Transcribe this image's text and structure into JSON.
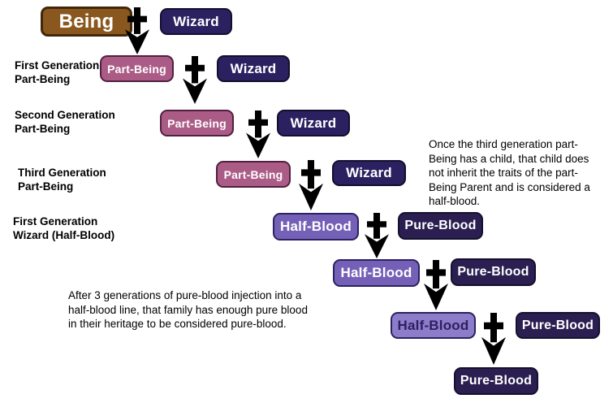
{
  "diagram": {
    "title_hint": "Blood-status genealogy flow diagram",
    "nodes": {
      "being": {
        "label": "Being",
        "type": "being"
      },
      "wizard1": {
        "label": "Wizard",
        "type": "wizard"
      },
      "partbeing1": {
        "label": "Part-Being",
        "type": "part-being"
      },
      "wizard2": {
        "label": "Wizard",
        "type": "wizard"
      },
      "partbeing2": {
        "label": "Part-Being",
        "type": "part-being"
      },
      "wizard3": {
        "label": "Wizard",
        "type": "wizard"
      },
      "partbeing3": {
        "label": "Part-Being",
        "type": "part-being"
      },
      "wizard4": {
        "label": "Wizard",
        "type": "wizard"
      },
      "halfblood1": {
        "label": "Half-Blood",
        "type": "half-blood"
      },
      "pureblood1": {
        "label": "Pure-Blood",
        "type": "pure-blood"
      },
      "halfblood2": {
        "label": "Half-Blood",
        "type": "half-blood"
      },
      "pureblood2": {
        "label": "Pure-Blood",
        "type": "pure-blood"
      },
      "halfblood3": {
        "label": "Half-Blood",
        "type": "half-blood-light"
      },
      "pureblood3": {
        "label": "Pure-Blood",
        "type": "pure-blood"
      },
      "pureblood4": {
        "label": "Pure-Blood",
        "type": "pure-blood"
      }
    },
    "generation_labels": {
      "gen1": {
        "line1": "First Generation",
        "line2": "Part-Being"
      },
      "gen2": {
        "line1": "Second Generation",
        "line2": "Part-Being"
      },
      "gen3": {
        "line1": "Third Generation",
        "line2": "Part-Being"
      },
      "gen4": {
        "line1": "First Generation",
        "line2": "Wizard (Half-Blood)"
      }
    },
    "annotations": {
      "right": "Once the third generation part-Being has a child, that child does not inherit the traits of the part-Being Parent and is considered a half-blood.",
      "left": "After 3 generations of pure-blood injection into a half-blood line, that family has enough pure blood in their heritage to be considered pure-blood."
    },
    "junction_icon": "cross-plus-down-arrow"
  },
  "colors": {
    "being-bg": "#8a571f",
    "being-border": "#40280a",
    "wizard-bg": "#2b2161",
    "wizard-border": "#120f2e",
    "part-bg": "#ab5c86",
    "part-border": "#512040",
    "half-bg": "#7560b7",
    "half-border": "#2c2260",
    "half-light-bg": "#8d7cca",
    "half-light-text": "#2b2161",
    "pure-bg": "#2b1f52",
    "pure-border": "#15102e",
    "connector": "#000000",
    "text": "#000000"
  }
}
